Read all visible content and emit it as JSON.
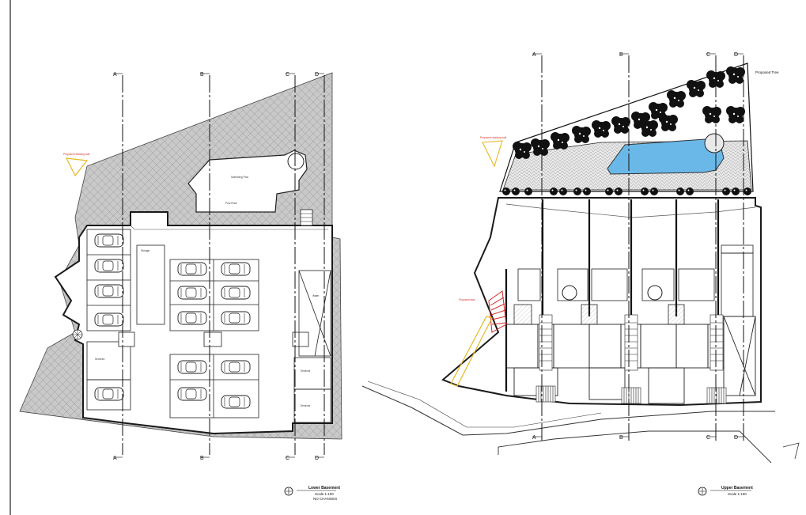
{
  "drawings": {
    "lower": {
      "title": "Lower Basement",
      "scale": "Scale 1:100",
      "note": "NO CHANGES"
    },
    "upper": {
      "title": "Upper Basement",
      "scale": "Scale 1:100"
    }
  },
  "grid_labels": [
    "A",
    "B",
    "C",
    "D"
  ],
  "proposed_trees_label": "Proposed Tree",
  "colors": {
    "hatch": "#c4c4c4",
    "wall": "#1a1a1a",
    "pool": "#6ab8e8",
    "marker_red": "#d42b2b",
    "marker_yellow": "#e6b820"
  }
}
